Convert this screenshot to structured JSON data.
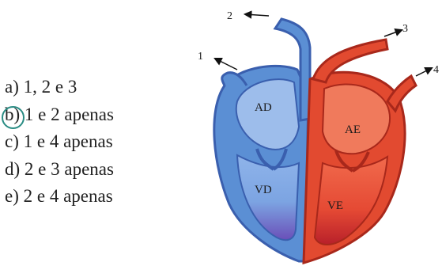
{
  "options": [
    {
      "text": "a) 1, 2 e 3"
    },
    {
      "letter": "b)",
      "text": " 1 e 2 apenas",
      "circled": true
    },
    {
      "text": "c) 1 e 4 apenas"
    },
    {
      "text": "d) 2 e 3 apenas"
    },
    {
      "text": "e) 2 e 4 apenas"
    }
  ],
  "diagram": {
    "chambers": {
      "ad": "AD",
      "ae": "AE",
      "vd": "VD",
      "ve": "VE"
    },
    "vessels": {
      "v1": "1",
      "v2": "2",
      "v3": "3",
      "v4": "4"
    }
  },
  "colors": {
    "right_heart": "#5b8fd4",
    "right_heart_dark": "#3a5fae",
    "left_heart": "#e24a30",
    "left_heart_dark": "#a8281b",
    "answer_circle": "#2a8c84"
  }
}
